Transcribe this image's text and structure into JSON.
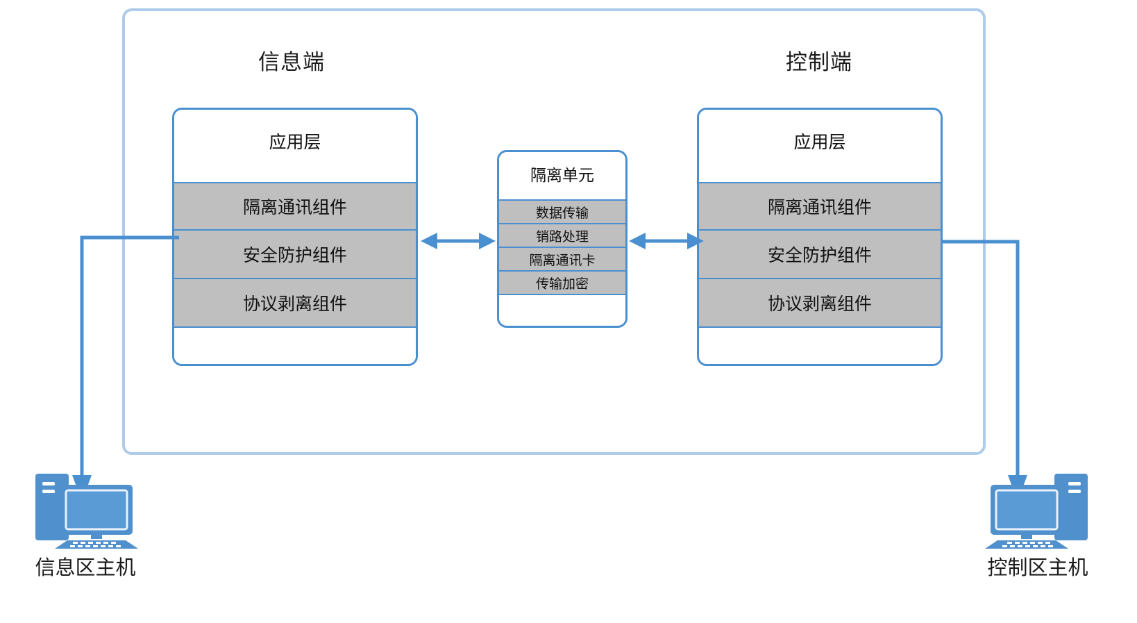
{
  "diagram": {
    "title_info_side": "信息端",
    "title_control_side": "控制端",
    "info_panel": {
      "header": "应用层",
      "components": [
        "隔离通讯组件",
        "安全防护组件",
        "协议剥离组件"
      ]
    },
    "control_panel": {
      "header": "应用层",
      "components": [
        "隔离通讯组件",
        "安全防护组件",
        "协议剥离组件"
      ]
    },
    "isolation_unit": {
      "header": "隔离单元",
      "functions": [
        "数据传输",
        "销路处理",
        "隔离通讯卡",
        "传输加密"
      ]
    },
    "hosts": {
      "left_label": "信息区主机",
      "right_label": "控制区主机"
    },
    "icons": {
      "bidirectional_arrow": "double-headed-arrow-icon",
      "host_computer": "desktop-computer-icon",
      "down_arrow": "arrow-down-icon"
    },
    "colors": {
      "panel_border": "#4a8fd0",
      "outer_border": "#aecbea",
      "component_fill": "#bfbfbf",
      "arrow": "#4a8fd0",
      "host_icon": "#4f90cd",
      "text": "#1b1b1b",
      "background": "#ffffff"
    }
  }
}
